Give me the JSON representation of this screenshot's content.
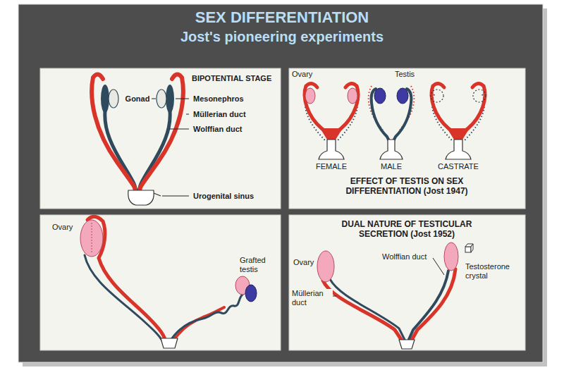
{
  "diagram": {
    "title": "SEX DIFFERENTIATION",
    "nodes": [
      {
        "text": [
          "BIPOTENTIAL STAGE",
          "Gonad",
          "Mesonephros",
          "Müllerian duct",
          "Wolffian duct",
          "Urogenital sinus"
        ]
      },
      {
        "text": [
          "Ovary",
          "Testis",
          "FEMALE",
          "MALE",
          "CASTRATE",
          "EFFECT OF TESTIS ON SEX DIFFERENTIATION (Jost 1947)"
        ]
      },
      {
        "text": [
          "Ovary",
          "Grafted testis"
        ]
      },
      {
        "text": [
          "DUAL NATURE OF TESTICULAR SECRETION (Jost 1952)",
          "Ovary",
          "Wolffian duct",
          "Testosterone crystal",
          "Müllerian duct"
        ]
      }
    ],
    "labels": [
      "Jost's pioneering experiments"
    ]
  }
}
